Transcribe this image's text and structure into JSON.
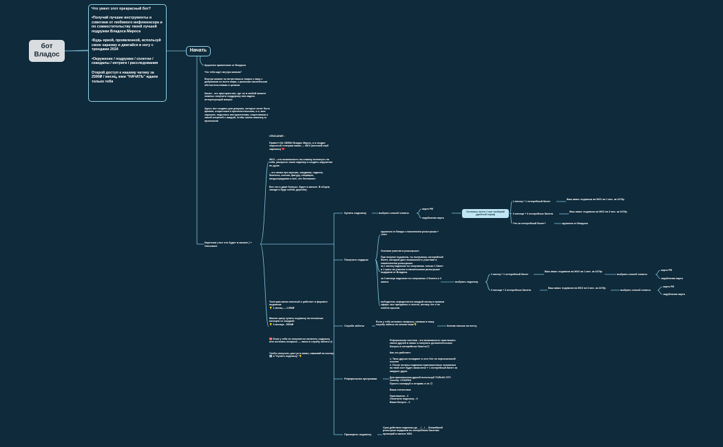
{
  "root": {
    "label": "бот Владос"
  },
  "description": {
    "text": "Что умеет этот прекрасный бот?\n\n•Получай лучшие инструменты и советики от любимого инфлюенсера и по совместительству твоей лучшей подружки Владоса Мироса\n\n•Будь яркой, проявленной, используй свою харизму и двигайся в ногу с трендами 2024\n\n•Окружение / подружки / сплетни / скандалы / интриги / расследования\n\nОткрой доступ к нашему чатику за 2590₽ / месяц, жми \"НАЧАТЬ\" ждаем только тебя"
  },
  "start": {
    "label": "Начать"
  },
  "intro": {
    "greeting": "Кружочек приветсвие от Владоса",
    "inside_q": "Что тебя ждет внутри канала?",
    "meet": "Внутри канала ты встретишься лицом к лицу с девушками со всего мира, с разными жизненными обстоятельствами и целями.",
    "space": "Канал - это пространство, где ты в любой момент можешь получить поддержку или задать интересующий вопрос",
    "everything": "Здесь все создано для девушек, которые хотят быть яркими, открытыми и притягательными, и я, мои хорошие, поделюсь инструментами, секретиками и своей энергией с каждой, чтобы магия наконец-то произошла"
  },
  "opisanie": {
    "header": "ОПИСАНИЕ :",
    "hello": "Привет! НА СВЯЗИ Владос Мирос, и я создал закрытый телеграм канал — ЖКХ (женский клуб харизмы) ❤️",
    "zhkh": "ЖКХ —это возможность по-новому взглянуть на себя, раскрыть свою харизму и создать окружение по душе.",
    "topics": "– это канал про мужчин, свидания, гадалок, бизнесы, сиськи, фигуру, операции, пиздострадания и всё, что беспокоит.",
    "more": "Все это и даже больше, будет в канале. В общем, заходи и будь собой, дорогая)",
    "paid": "Телеграм канал платный и работает в формате подписки:\n💡 1 месяц — 2.590₽",
    "buy3": "Можно сразу купить подписку на несколько месяцев со скидкой:\n💡 3 месяца - 5500₽",
    "help": "🆘 Если у тебя не получается оплатить подписку или остались вопросы — пиши в службу заботы @",
    "access": "Чтобы получить доступ в канал, нажимай на кнопку 🆗 и \"Купить подписку\" 👇"
  },
  "card_node": {
    "label": "Карточка ( все что будет в канале ) + Описание"
  },
  "buy": {
    "label": "Купить подписку",
    "choose": "выбрать способ оплаты",
    "card_rf": "карта РФ",
    "card_foreign": "зарубежная карта",
    "hint": "Осталось всего 1 шаг выбирай удобный тариф",
    "t1": "1 месяц + 1 лотерейный билет",
    "t1_order": "Ваш заказ: подписка на ЖКХ на 1 мес. за 2479р",
    "t3": "3 месяца + 3 лотерейных билета",
    "t3_order": "Ваш заказ: подписка на ЖКХ на 3 мес. за 2479р",
    "what": "Что за лотерейный билет?",
    "what_ans": "кружочек от Владоса"
  },
  "gift": {
    "label": "Получить подарок",
    "circle": "кружочек от Влада с пояснением розыгрыша + текст",
    "rules": "Условия участия в розыгрыше:\n\nПри покупке подписки, ты получаешь лотерейный билет, который дает возможность участвия в ежемесячном розыгрыше.\nза 1 месяц подписки ты получаешь только 1 билет и 1 шанс на участие в ежемесячном розыгрыше подарков от Владоса.\n\nза 3 месяца подписки ты получаешь 3 билета и 3 шанса",
    "winners": "победитель определяется каждый месяц в прямом эфире, все прозрачно и честно, потому что я не люблю крысов",
    "choose": "выбрать подписку",
    "t1": "1 месяц + 1 лотерейный билет",
    "t1_order": "Ваш заказ: подписка на ЖКХ на 1 мес. за 2479р",
    "t3": "3 месяца + 3 лотерейных билета",
    "t3_order": "Ваш заказ: подписка на ЖКХ на 3 мес. за 2479р",
    "pay1": "выбрать способ оплаты",
    "pay2": "выбрать способ оплаты",
    "rf1": "карта РФ",
    "fc1": "зарубежная карта",
    "rf2": "карта РФ",
    "fc2": "зарубежная карта"
  },
  "care": {
    "label": "Служба заботы",
    "text": "Если у тебя остались вопросы, напиши в нашу службу заботы по кнопке ниже👇",
    "button": "Кнопка письмо на почту."
  },
  "referral": {
    "label": "Реферальная программа",
    "text": "Реферальная система - это возможность приглашать своих друзей в канал и получать дополнительные бонусы в лотерейные билеты😊\n\nКак это работает:\n\n1. Твои друзья попадают в этот бот по персональной ссылке\n2. После оплаты подписки приглашенным человеком на твой счет будет зачислено + 1 лотерейный билет за каждого друга\n\nДля приглашения друзей используй ТОЛЬКО ЭТУ ссылку: ССЫЛКА\nПросто скопируй и отправь в лс 😊\n\nВаша статистика:\n\nПриглашено - 0\nОплатили подписку - 0\nВаши бонусы - 0"
  },
  "check": {
    "label": "Проверить подписку",
    "text": "Срок действия подписки до __/__/__ ближайший розыгрыш подарков по лотерейным билетам проверяй в канале ЖКХ."
  }
}
